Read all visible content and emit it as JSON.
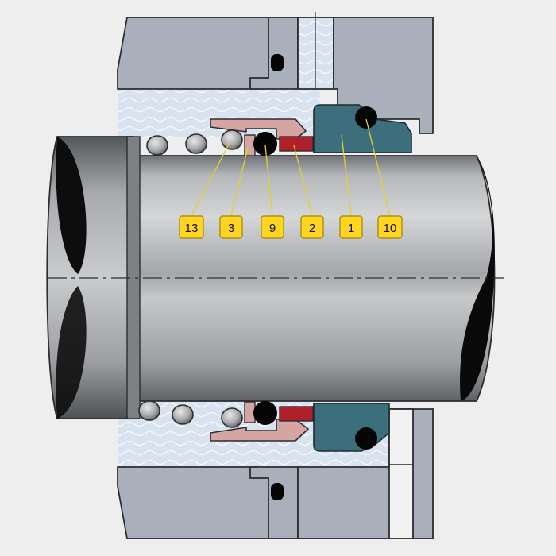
{
  "diagram": {
    "callouts": [
      {
        "id": "spring",
        "label": "13"
      },
      {
        "id": "thrust-ring",
        "label": "3"
      },
      {
        "id": "o-ring-rotary",
        "label": "9"
      },
      {
        "id": "rotating-face",
        "label": "2"
      },
      {
        "id": "stationary-seat",
        "label": "1"
      },
      {
        "id": "o-ring-seat",
        "label": "10"
      }
    ],
    "colors": {
      "background": "#eeeeee",
      "housing": "#a9afbb",
      "fluid": "#d9e2ef",
      "seat": "#3d6e7b",
      "face": "#b0202a",
      "retainer": "#d4a5a3",
      "shaft": "#b7b9bc",
      "label_fill": "#ffd521",
      "label_stroke": "#a08300",
      "leader": "#e6d030"
    }
  }
}
